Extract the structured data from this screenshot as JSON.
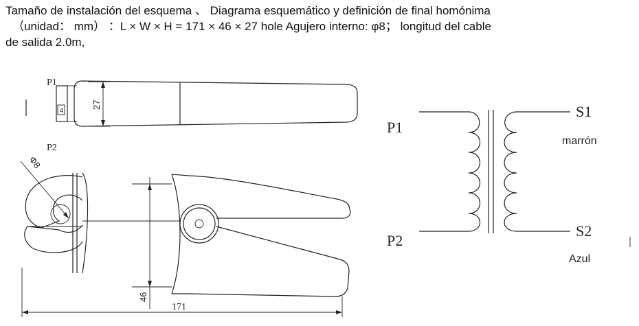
{
  "intro": {
    "line1": "Tamaño de instalación del esquema 、 Diagrama esquemático y definición de final homónima",
    "line2": "（unidad： mm） ：L × W × H = 171 × 46 × 27 hole Agujero interno: φ8； longitud del cable",
    "line3": "de salida 2.0m,"
  },
  "drawing": {
    "side_view_label": "P1",
    "side_marker": "4",
    "height_dim": "27",
    "top_view_label": "P2",
    "hole_dim": "Φ8",
    "width_dim": "46",
    "length_dim": "171"
  },
  "schematic": {
    "primary_top": "P1",
    "primary_bottom": "P2",
    "secondary_top": "S1",
    "secondary_bottom": "S2",
    "s1_wire": "marrón",
    "s2_wire": "Azul"
  }
}
